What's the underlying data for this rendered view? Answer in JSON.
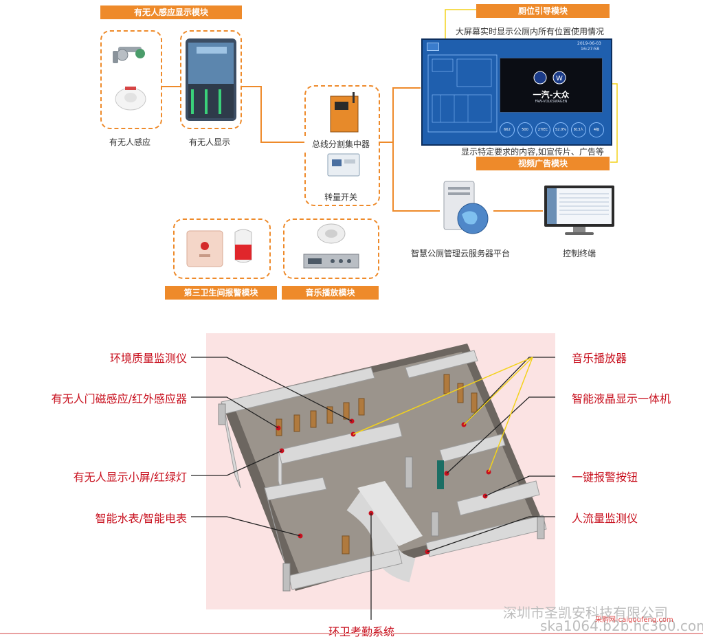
{
  "top": {
    "sensing_module_label": "有无人感应显示模块",
    "sensing_caption": "有无人感应",
    "display_caption": "有无人显示",
    "hub_caption": "总线分割集中器",
    "switch_caption": "转量开关",
    "guide_module_label": "厕位引导模块",
    "guide_desc": "大屏幕实时显示公厕内所有位置使用情况",
    "video_desc": "显示特定要求的内容,如宣传片、广告等",
    "video_module_label": "视频广告模块",
    "server_caption": "智慧公厕管理云服务器平台",
    "terminal_caption": "控制终端",
    "alarm_module_label": "第三卫生间报警模块",
    "music_module_label": "音乐播放模块",
    "screen_date": "2019-06-03",
    "screen_time": "16:27:58",
    "screen_brand": "一汽-大众",
    "screen_brand_en": "FAW-VOLKSWAGEN",
    "screen_values": [
      "662",
      "500",
      "27IEC",
      "52.0%",
      "813人",
      "4级"
    ]
  },
  "floor": {
    "left_callouts": [
      "环境质量监测仪",
      "有无人门磁感应/红外感应器",
      "有无人显示小屏/红绿灯",
      "智能水表/智能电表"
    ],
    "right_callouts": [
      "音乐播放器",
      "智能液晶显示一体机",
      "一键报警按钮",
      "人流量监测仪"
    ],
    "bottom_callout": "环卫考勤系统"
  },
  "watermark": {
    "company": "深圳市圣凯安科技有限公司",
    "url": "ska1064.b2b.hc360.com",
    "small": "采购网-caigoufeng.com"
  },
  "colors": {
    "orange": "#ee8a2a",
    "red_text": "#c8101e",
    "screen_blue": "#1f5fae",
    "floor_bg": "#fbe3e3"
  }
}
